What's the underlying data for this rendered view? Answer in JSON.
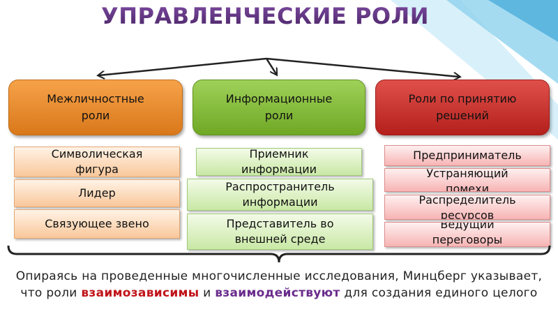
{
  "title": "УПРАВЛЕНЧЕСКИЕ РОЛИ",
  "categories": [
    {
      "line1": "Межличностные",
      "line2": "роли"
    },
    {
      "line1": "Информационные",
      "line2": "роли"
    },
    {
      "line1": "Роли по принятию",
      "line2": "решений"
    }
  ],
  "interpersonal_roles": [
    {
      "line1": "Символическая",
      "line2": "фигура"
    },
    {
      "line1": "Лидер"
    },
    {
      "line1": "Связующее звено"
    }
  ],
  "informational_roles": [
    {
      "line1": "Приемник",
      "line2": "информации"
    },
    {
      "line1": "Распространитель",
      "line2": "информации"
    },
    {
      "line1": "Представитель во",
      "line2": "внешней среде"
    }
  ],
  "decision_roles": [
    {
      "line1": "Предприниматель"
    },
    {
      "line1": "Устраняющий",
      "line2": "помехи"
    },
    {
      "line1": "Распределитель",
      "line2": "ресурсов"
    },
    {
      "line1": "Ведущий",
      "line2": "переговоры"
    }
  ],
  "summary": {
    "part1": "Опираясь на проведенные многочисленные исследования, Минцберг указывает, что роли",
    "highlight1": "взаимозависимы",
    "part2": "и",
    "highlight2": "взаимодействуют",
    "part3": "для создания единого целого"
  },
  "colors": {
    "title": "#5a2d7a",
    "interpersonal": "#e88a2a",
    "informational": "#86bd3c",
    "decision": "#c52f2a",
    "highlight1": "#c0141a",
    "highlight2": "#6a2c8c",
    "stripe": "#4cb3e0"
  }
}
